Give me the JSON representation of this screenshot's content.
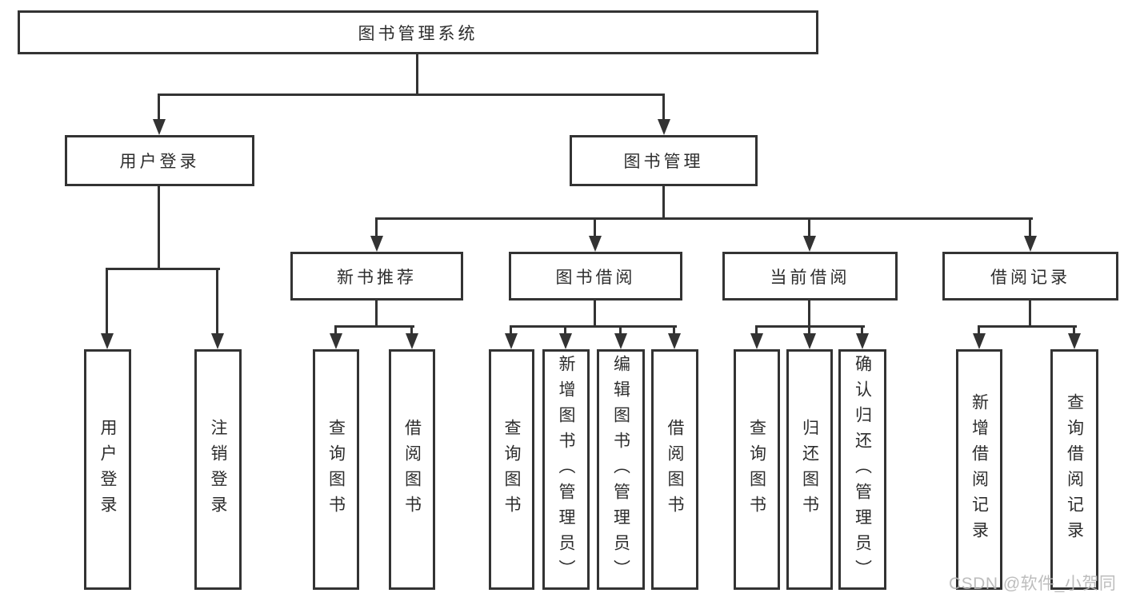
{
  "diagram_title": "图书管理系统",
  "colors": {
    "line": "#333333",
    "text": "#2d2d2d",
    "background": "#ffffff",
    "watermark": "#b8b8b8"
  },
  "tree": {
    "root": "图书管理系统",
    "branches": [
      {
        "label": "用户登录",
        "leaves": [
          "用户登录",
          "注销登录"
        ]
      },
      {
        "label": "图书管理",
        "groups": [
          {
            "label": "新书推荐",
            "leaves": [
              "查询图书",
              "借阅图书"
            ]
          },
          {
            "label": "图书借阅",
            "leaves": [
              "查询图书",
              "新增图书（管理员）",
              "编辑图书（管理员）",
              "借阅图书"
            ]
          },
          {
            "label": "当前借阅",
            "leaves": [
              "查询图书",
              "归还图书",
              "确认归还（管理员）"
            ]
          },
          {
            "label": "借阅记录",
            "leaves": [
              "新增借阅记录",
              "查询借阅记录"
            ]
          }
        ]
      }
    ]
  },
  "watermark": "CSDN @软件_小贺同学"
}
